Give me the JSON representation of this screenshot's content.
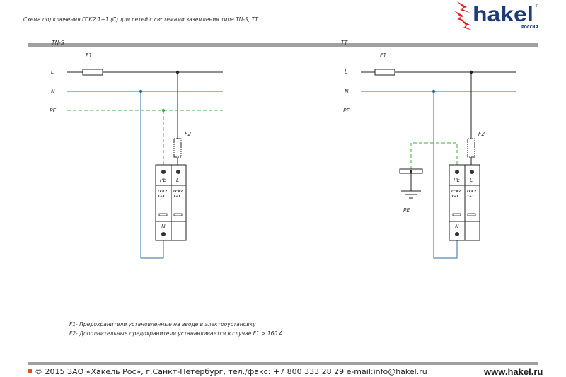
{
  "header": {
    "title": "Схема подключения ГСК2 1+1 (С) для сетей с системами заземления  типа TN-S, TT",
    "logo": {
      "text": "hakel",
      "sub": "РОССИЯ",
      "mark": "R"
    }
  },
  "diagrams": {
    "tns": {
      "title": "TN-S",
      "lines": {
        "L": "L",
        "N": "N",
        "PE": "PE"
      },
      "fuse1": "F1",
      "fuse2": "F2",
      "device": {
        "pe": "PE",
        "l": "L",
        "n": "N",
        "model1": "ГСК2",
        "model2": "1+1"
      }
    },
    "tt": {
      "title": "TT",
      "lines": {
        "L": "L",
        "N": "N",
        "PE": "PE"
      },
      "fuse1": "F1",
      "fuse2": "F2",
      "device": {
        "pe": "PE",
        "l": "L",
        "n": "N",
        "model1": "ГСК2",
        "model2": "1+1"
      },
      "ground_label": "PE"
    }
  },
  "notes": [
    "F1- Предохранители установленные на вводе в электроустановку",
    "F2- Дополнительные предохранители устанавливается в случае F1 > 160 А"
  ],
  "footer": {
    "copyright": "© 2015 ЗАО «Хакель Рос», г.Санкт-Петербург, тел./факс: +7 800 333 28 29   e-mail:info@hakel.ru",
    "website": "www.hakel.ru"
  },
  "colors": {
    "line": "#222222",
    "neutral": "#2e6da4",
    "pe": "#3fae3f",
    "brand": "#1f3a7a",
    "bolt": "#e02020",
    "bar": "#a0a0a0"
  }
}
